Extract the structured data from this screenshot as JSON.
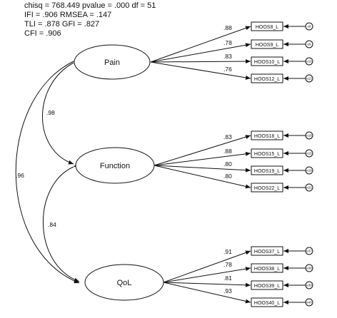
{
  "fit_stats": [
    "chisq = 768.449  pvalue = .000 df = 51",
    "IFI = .906 RMSEA = .147",
    "TLI = .878 GFI = .827",
    "CFI = .906"
  ],
  "latents": [
    {
      "label": "Pain",
      "indicators": [
        {
          "label": "HOOS8_L",
          "loading": ".88",
          "error": "e8"
        },
        {
          "label": "HOOS9_L",
          "loading": ".78",
          "error": "e9"
        },
        {
          "label": "HOOS10_L",
          "loading": ".83",
          "error": "e10"
        },
        {
          "label": "HOOS12_L",
          "loading": ".76",
          "error": "e12"
        }
      ]
    },
    {
      "label": "Function",
      "indicators": [
        {
          "label": "HOOS18_L",
          "loading": ".83",
          "error": "e18"
        },
        {
          "label": "HOOS15_L",
          "loading": ".88",
          "error": "e15"
        },
        {
          "label": "HOOS19_L",
          "loading": ".80",
          "error": "e19"
        },
        {
          "label": "HOOS22_L",
          "loading": ".80",
          "error": "e22"
        }
      ]
    },
    {
      "label": "QoL",
      "indicators": [
        {
          "label": "HOOS37_L",
          "loading": ".91",
          "error": "e37"
        },
        {
          "label": "HOOS38_L",
          "loading": ".78",
          "error": "e38"
        },
        {
          "label": "HOOS39_L",
          "loading": ".81",
          "error": "e39"
        },
        {
          "label": "HOOS40_L",
          "loading": ".93",
          "error": "e40"
        }
      ]
    }
  ],
  "correlations": [
    {
      "between": [
        "Pain",
        "Function"
      ],
      "value": ".98"
    },
    {
      "between": [
        "Function",
        "QoL"
      ],
      "value": ".84"
    },
    {
      "between": [
        "Pain",
        "QoL"
      ],
      "value": ".96"
    }
  ]
}
